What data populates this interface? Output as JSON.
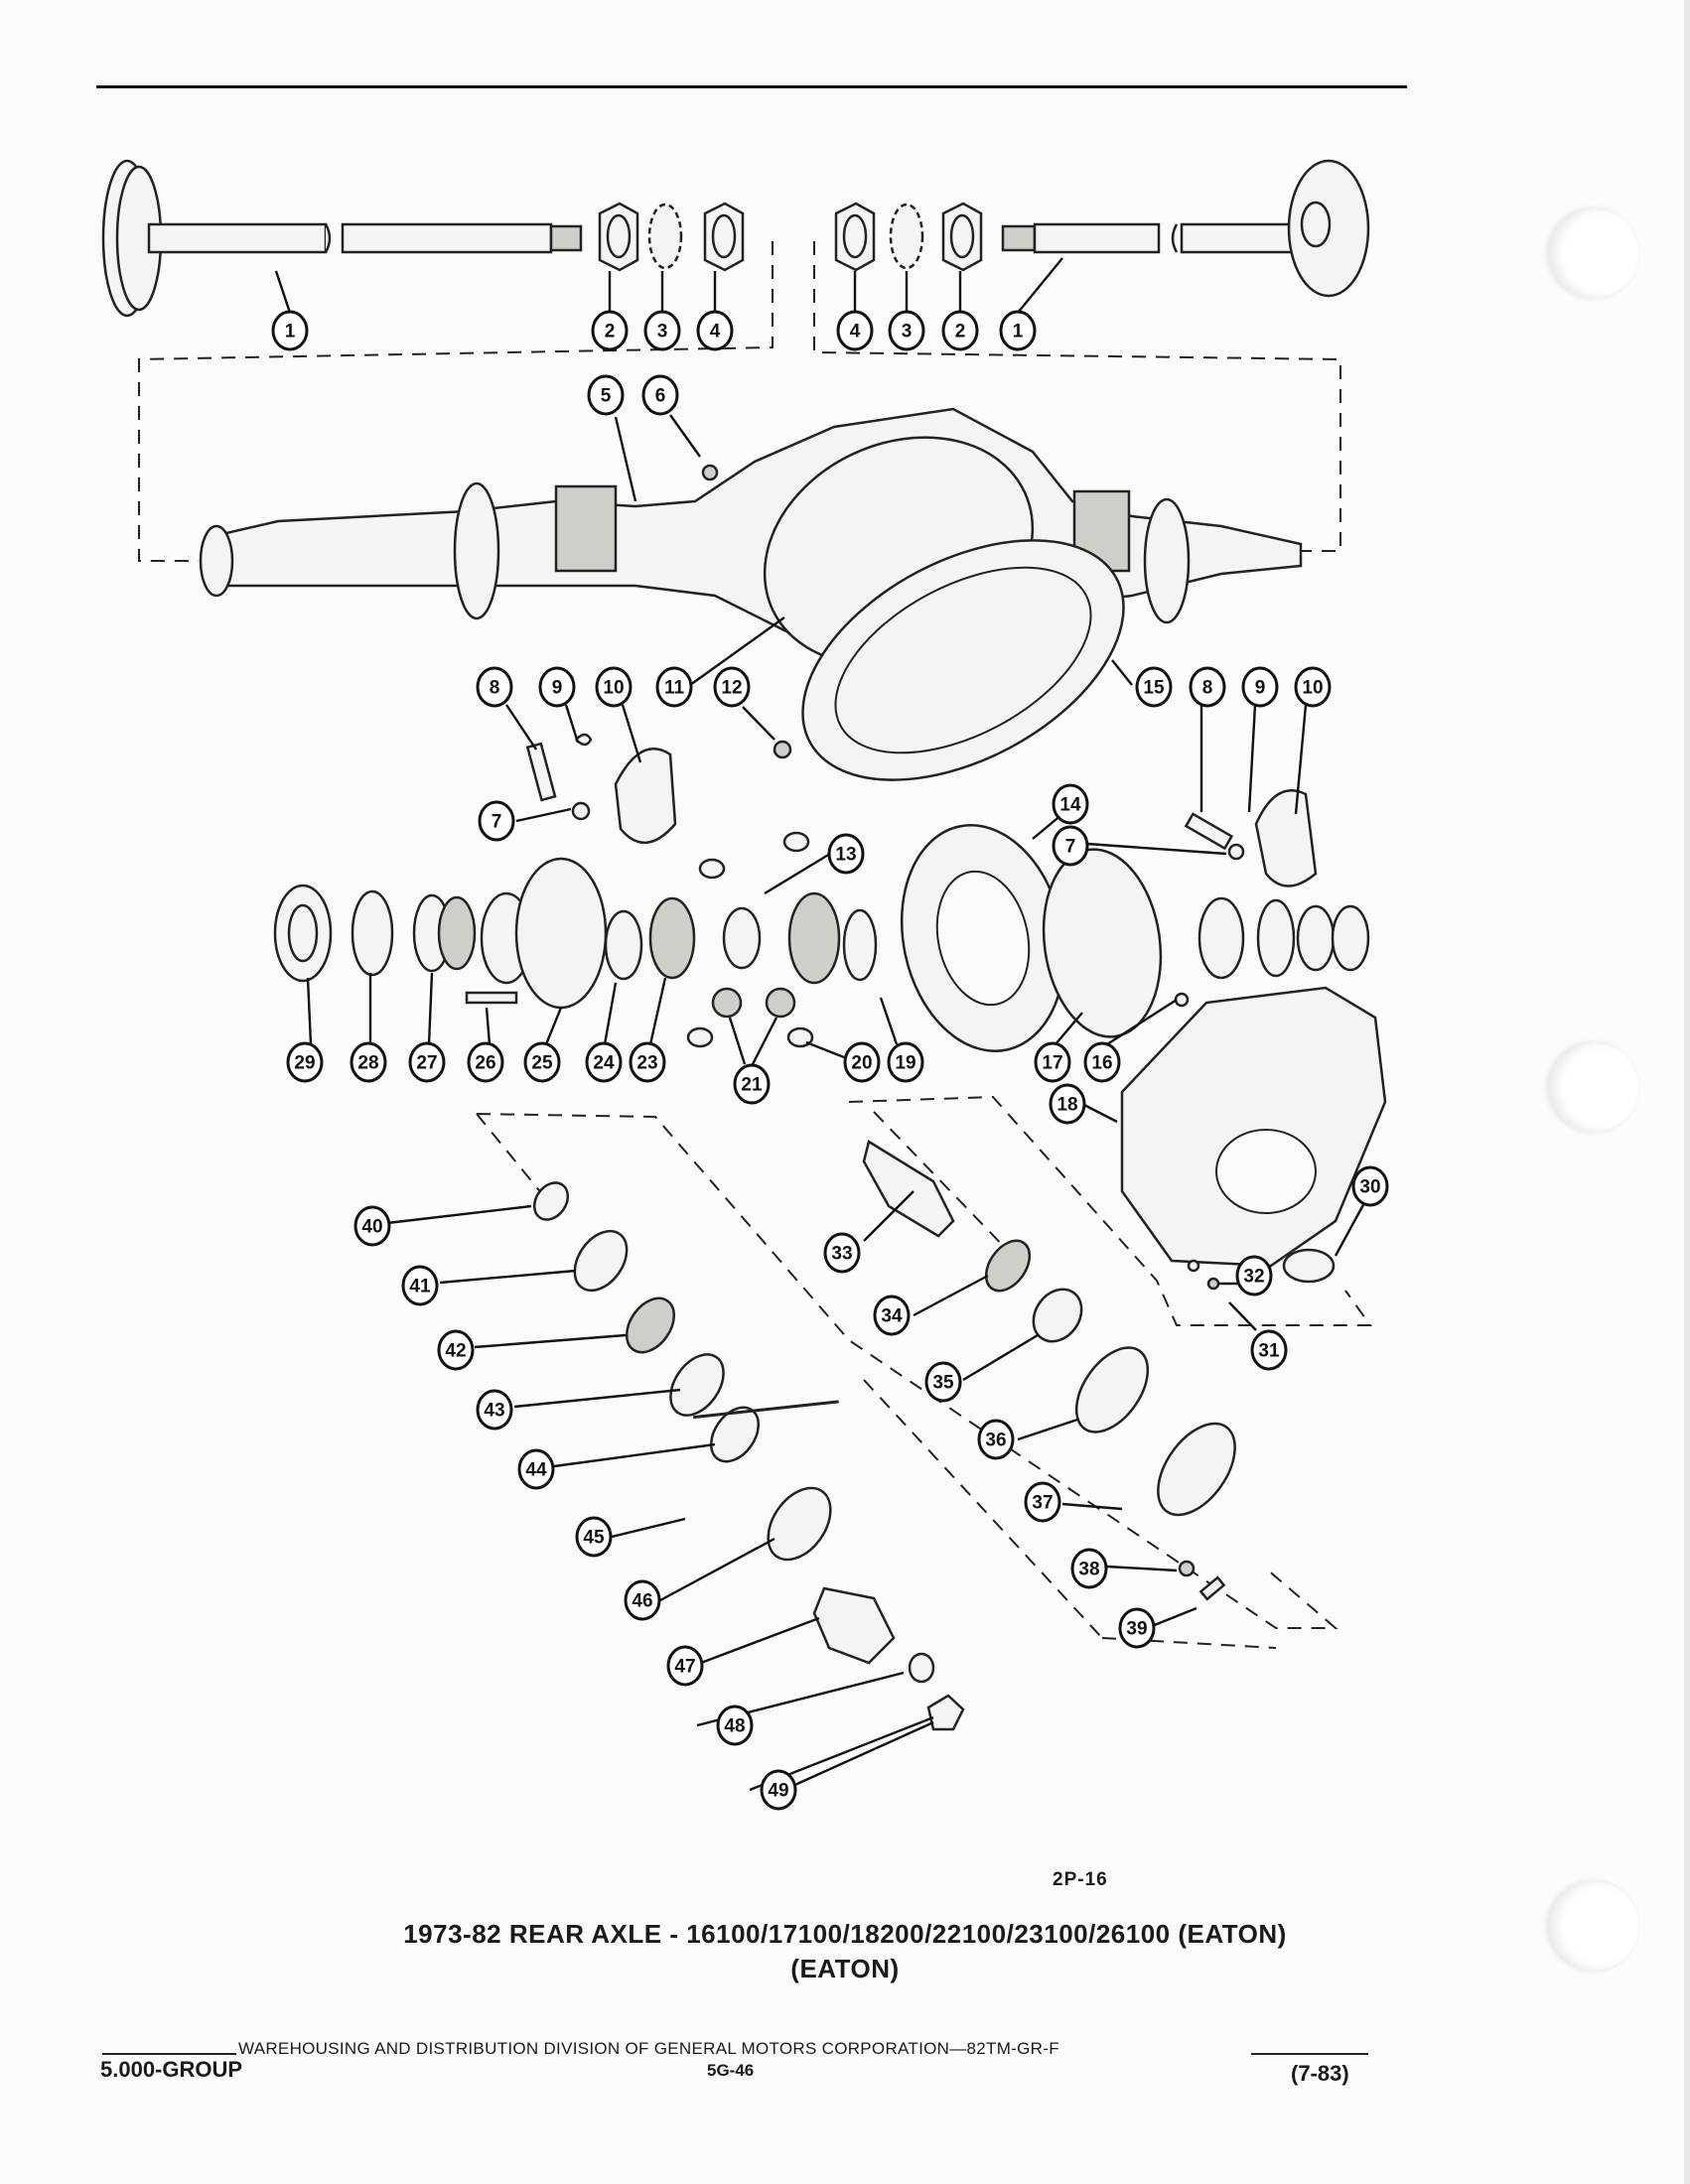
{
  "figure_label": "2P-16",
  "title": {
    "line1": "1973-82 REAR AXLE - 16100/17100/18200/22100/23100/26100 (EATON)",
    "line2": "(EATON)"
  },
  "footer": {
    "division": "WAREHOUSING AND DISTRIBUTION  DIVISION OF GENERAL MOTORS CORPORATION—82TM-GR-F",
    "group": "5.000-GROUP",
    "page": "5G-46",
    "date": "(7-83)"
  },
  "callouts": [
    "1",
    "2",
    "3",
    "4",
    "4",
    "3",
    "2",
    "1",
    "5",
    "6",
    "8",
    "9",
    "10",
    "11",
    "12",
    "15",
    "8",
    "9",
    "10",
    "7",
    "14",
    "7",
    "13",
    "29",
    "28",
    "27",
    "26",
    "25",
    "24",
    "23",
    "21",
    "20",
    "19",
    "17",
    "16",
    "18",
    "30",
    "40",
    "41",
    "42",
    "43",
    "44",
    "45",
    "46",
    "47",
    "48",
    "49",
    "33",
    "34",
    "35",
    "36",
    "37",
    "38",
    "39",
    "32",
    "31"
  ]
}
